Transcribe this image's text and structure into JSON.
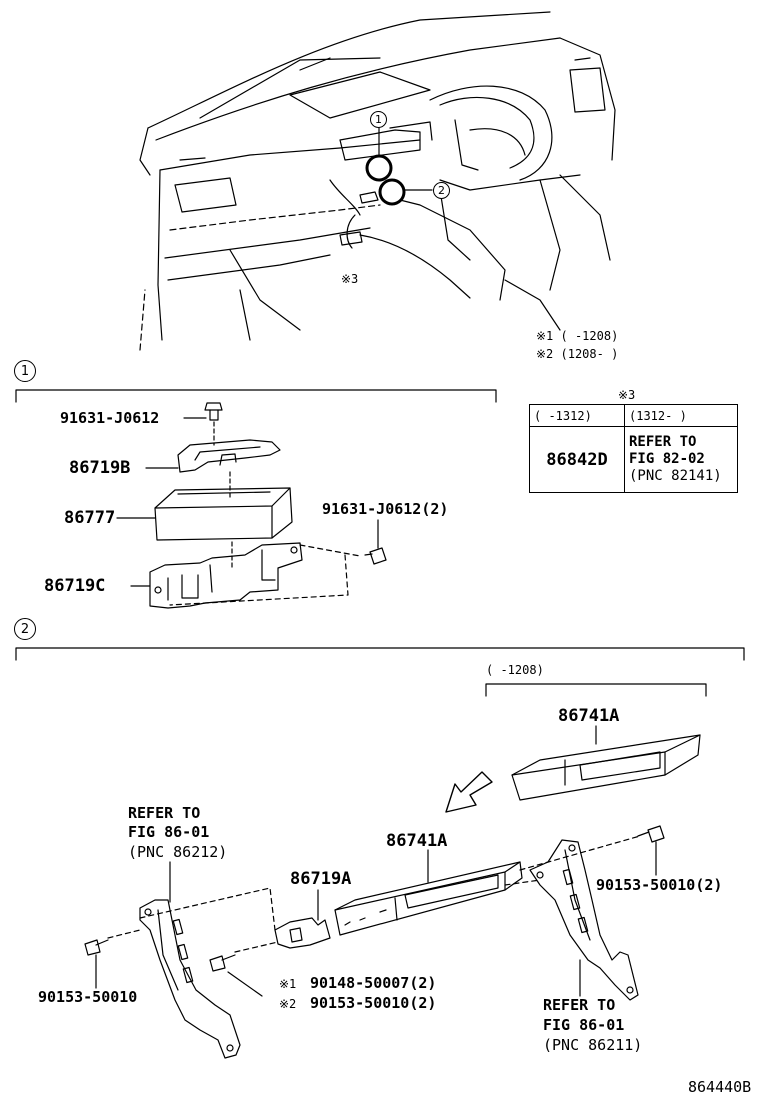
{
  "figure_id": "864440B",
  "overview": {
    "callout_1": "1",
    "callout_2": "2",
    "note_3_label": "※3",
    "note_1": "※1 (     -1208)",
    "note_2": "※2 (1208-     )"
  },
  "section1": {
    "number": "1",
    "parts": {
      "bolt_top": "91631-J0612",
      "bracket_b": "86719B",
      "unit": "86777",
      "bolt_side": "91631-J0612(2)",
      "bracket_c": "86719C"
    }
  },
  "ref_table": {
    "note": "※3",
    "col1_header": "(     -1312)",
    "col2_header": "(1312-     )",
    "part": "86842D",
    "ref_line1": "REFER TO",
    "ref_line2": "FIG 82-02",
    "ref_line3": "(PNC 82141)"
  },
  "section2": {
    "number": "2",
    "date_range": "(     -1208)",
    "parts": {
      "unit_alt": "86741A",
      "unit": "86741A",
      "bracket_a": "86719A",
      "bolt_right": "90153-50010(2)",
      "bolt_left": "90153-50010",
      "bolt_m1_mark": "※1",
      "bolt_m1": "90148-50007(2)",
      "bolt_m2_mark": "※2",
      "bolt_m2": "90153-50010(2)"
    },
    "ref_left": {
      "line1": "REFER TO",
      "line2": "FIG 86-01",
      "line3": "(PNC 86212)"
    },
    "ref_right": {
      "line1": "REFER TO",
      "line2": "FIG 86-01",
      "line3": "(PNC 86211)"
    }
  }
}
